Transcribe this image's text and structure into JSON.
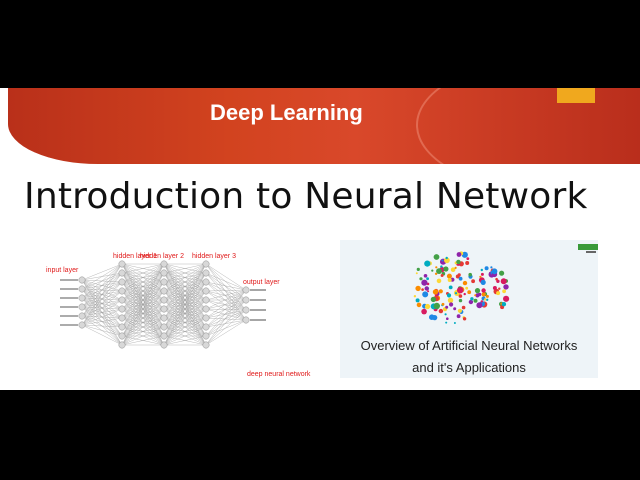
{
  "banner": {
    "title": "Deep Learning"
  },
  "slide": {
    "title": "Introduction to Neural Network"
  },
  "diagram": {
    "input_label": "input layer",
    "hidden_labels": [
      "hidden layer 1",
      "hidden layer 2",
      "hidden layer 3"
    ],
    "output_label": "output layer",
    "caption": "deep neural network"
  },
  "card": {
    "line1": "Overview of Artificial Neural Networks",
    "line2": "and it's Applications"
  },
  "colors": {
    "banner_red": "#d2431f",
    "accent_orange": "#f0a81e",
    "diagram_label_red": "#e01a1a"
  }
}
